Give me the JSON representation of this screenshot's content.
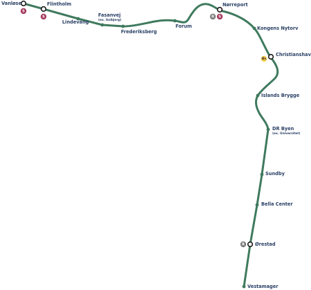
{
  "line_color": "#3f7a5e",
  "badge_colors": {
    "s_train": "#a43a5e",
    "regional": "#7a7a7a",
    "airport": "#f2c84b"
  },
  "stations": [
    {
      "name": "Vanløse",
      "interchange": true,
      "badges": [
        "S"
      ]
    },
    {
      "name": "Flintholm",
      "interchange": true,
      "badges": [
        "S"
      ]
    },
    {
      "name": "Lindevang",
      "interchange": false,
      "badges": []
    },
    {
      "name": "Fasanvej",
      "sub": "(ex. Solbjerg)",
      "interchange": false,
      "badges": []
    },
    {
      "name": "Frederiksberg",
      "interchange": false,
      "badges": []
    },
    {
      "name": "Forum",
      "interchange": false,
      "badges": []
    },
    {
      "name": "Nørreport",
      "interchange": true,
      "badges": [
        "R",
        "S"
      ]
    },
    {
      "name": "Kongens Nytorv",
      "interchange": false,
      "badges": []
    },
    {
      "name": "Christianshavn",
      "interchange": true,
      "badges": [
        "airport-bus-icon"
      ]
    },
    {
      "name": "Islands Brygge",
      "interchange": false,
      "badges": []
    },
    {
      "name": "DR Byen",
      "sub": "(ex. Universitet)",
      "interchange": false,
      "badges": []
    },
    {
      "name": "Sundby",
      "interchange": false,
      "badges": []
    },
    {
      "name": "Bella Center",
      "interchange": false,
      "badges": []
    },
    {
      "name": "Ørestad",
      "interchange": true,
      "badges": [
        "R"
      ]
    },
    {
      "name": "Vestamager",
      "interchange": false,
      "badges": []
    }
  ],
  "badge_labels": {
    "S": "S",
    "R": "R",
    "airport": "Bs"
  }
}
